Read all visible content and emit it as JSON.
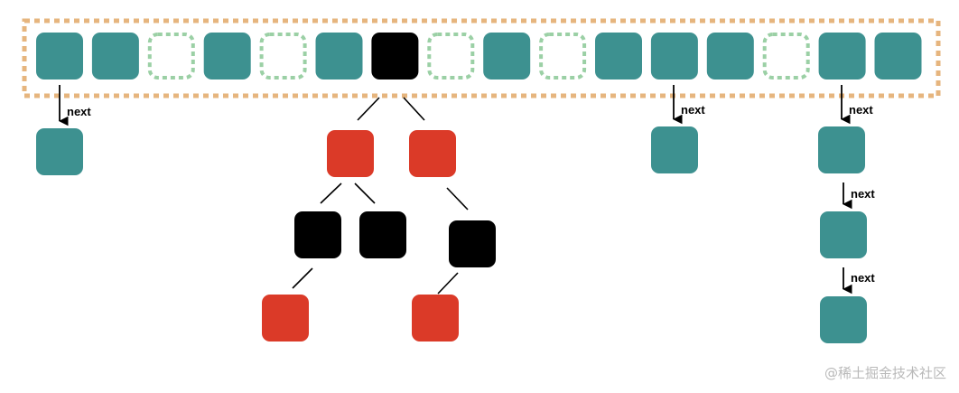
{
  "colors": {
    "teal": "#3d9190",
    "red": "#db3a28",
    "black": "#000000",
    "array_border": "#e6b57e",
    "empty_slot": "#9bd0a5",
    "arrow": "#000000"
  },
  "array": {
    "slots": [
      "teal",
      "teal",
      "empty",
      "teal",
      "empty",
      "teal",
      "black",
      "empty",
      "teal",
      "empty",
      "teal",
      "teal",
      "teal",
      "empty",
      "teal",
      "teal"
    ]
  },
  "link_label": "next",
  "watermark": "@稀土掘金技术社区"
}
